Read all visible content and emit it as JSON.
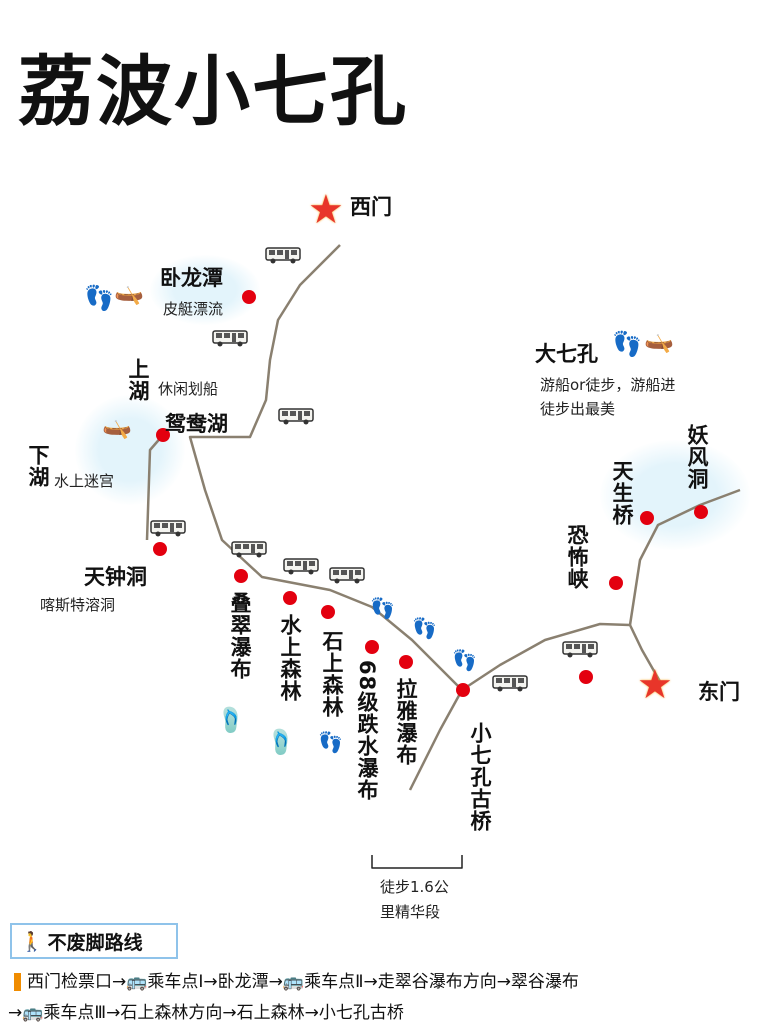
{
  "title": "荔波小七孔",
  "gates": {
    "west": "西门",
    "east": "东门"
  },
  "spots": {
    "wolongtan": {
      "name": "卧龙潭",
      "desc": "皮艇漂流"
    },
    "shanghu": {
      "name": "上湖",
      "desc": "休闲划船"
    },
    "yuanyanghu": {
      "name": "鸳鸯湖"
    },
    "xiahu": {
      "name": "下湖",
      "desc": "水上迷宫"
    },
    "tianzhongdong": {
      "name": "天钟洞",
      "desc": "喀斯特溶洞"
    },
    "diecui": {
      "name": "叠翠瀑布"
    },
    "shuishang": {
      "name": "水上森林"
    },
    "shishang": {
      "name": "石上森林"
    },
    "68ji": {
      "name": "68级跌水瀑布"
    },
    "laya": {
      "name": "拉雅瀑布"
    },
    "guqiao": {
      "name": "小七孔古桥"
    },
    "daqikong": {
      "name": "大七孔",
      "desc1": "游船or徒步，游船进",
      "desc2": "徒步出最美"
    },
    "yaofengdong": {
      "name": "妖风洞"
    },
    "tianshengqiao": {
      "name": "天生桥"
    },
    "kongbuxia": {
      "name": "恐怖峡"
    }
  },
  "hike_segment": {
    "line1": "徒步1.6公",
    "line2": "里精华段"
  },
  "route": {
    "heading": "不废脚路线",
    "line1": "西门检票口→🚌乘车点Ⅰ→卧龙潭→🚌乘车点Ⅱ→走翠谷瀑布方向→翠谷瀑布",
    "line2": "→🚌乘车点Ⅲ→石上森林方向→石上森林→小七孔古桥"
  },
  "colors": {
    "dot": "#e3000f",
    "path": "#8a8070",
    "box": "#8fc3ea"
  }
}
